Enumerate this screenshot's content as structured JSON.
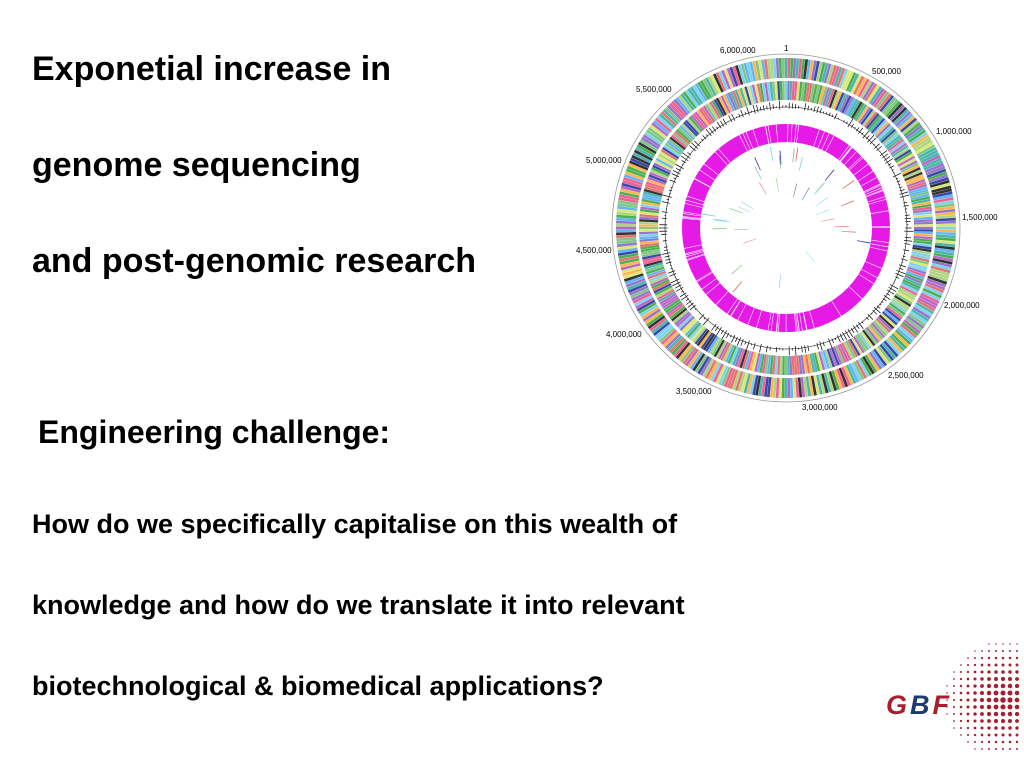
{
  "heading": {
    "line1": "Exponetial increase in",
    "line2": "genome sequencing",
    "line3": "and post-genomic research"
  },
  "challenge": {
    "title": "Engineering challenge:",
    "line1": "How do we specifically capitalise on this wealth of",
    "line2": "knowledge and how do we translate it into relevant",
    "line3": "biotechnological & biomedical applications?"
  },
  "genome_map": {
    "labels": {
      "l_1": "1",
      "l_500k": "500,000",
      "l_1000k": "1,000,000",
      "l_1500k": "1,500,000",
      "l_2000k": "2,000,000",
      "l_2500k": "2,500,000",
      "l_3000k": "3,000,000",
      "l_3500k": "3,500,000",
      "l_4000k": "4,000,000",
      "l_4500k": "4,500,000",
      "l_5000k": "5,000,000",
      "l_5500k": "5,500,000",
      "l_6000k": "6,000,000"
    },
    "colors": {
      "magenta_ring": "#e61ae6",
      "gene_palette": [
        "#7fd3f0",
        "#4caf50",
        "#e57373",
        "#9575cd",
        "#81c784",
        "#ffb74d",
        "#4db6ac",
        "#f06292",
        "#64b5f6",
        "#aed581",
        "#3949ab",
        "#ba68c8",
        "#333333",
        "#dce775"
      ]
    }
  },
  "logo": {
    "letter_g": "G",
    "letter_b": "B",
    "letter_f": "F",
    "colors": {
      "red": "#a71e2e",
      "navy": "#1d3b6f"
    }
  }
}
